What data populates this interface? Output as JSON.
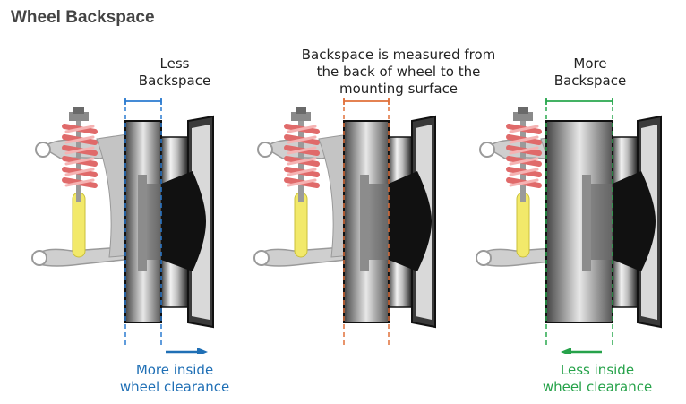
{
  "title": "Wheel Backspace",
  "panels": [
    {
      "label_line1": "Less",
      "label_line2": "Backspace",
      "accent": "#2b7bd0",
      "bottom_line1": "More inside",
      "bottom_line2": "wheel clearance",
      "arrow": "right"
    },
    {
      "label_line1": "Backspace is measured from",
      "label_line2": "the back of wheel to the",
      "label_line3": "mounting surface",
      "accent": "#e0703a"
    },
    {
      "label_line1": "More",
      "label_line2": "Backspace",
      "accent": "#2aa84f",
      "bottom_line1": "Less inside",
      "bottom_line2": "wheel clearance",
      "arrow": "left"
    }
  ]
}
